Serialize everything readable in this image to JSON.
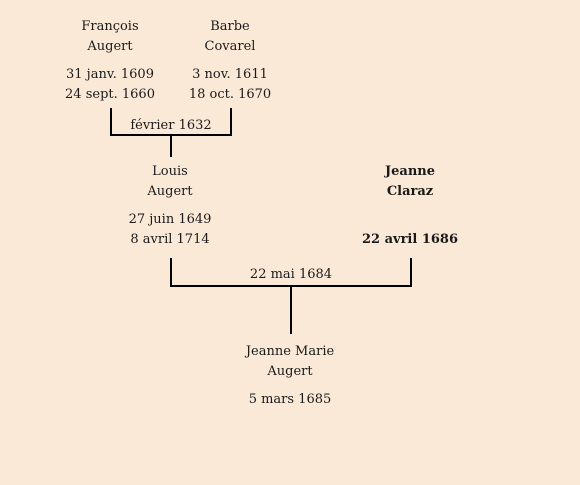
{
  "generation1": {
    "father": {
      "first_name": "François",
      "last_name": "Augert",
      "birth": "31 janv. 1609",
      "death": "24 sept. 1660"
    },
    "mother": {
      "first_name": "Barbe",
      "last_name": "Covarel",
      "birth": "3 nov. 1611",
      "death": "18 oct. 1670"
    },
    "marriage_date": "février 1632"
  },
  "generation2": {
    "father": {
      "first_name": "Louis",
      "last_name": "Augert",
      "birth": "27 juin 1649",
      "death": "8 avril 1714"
    },
    "mother": {
      "first_name": "Jeanne",
      "last_name": "Claraz",
      "birth": "",
      "death": "22 avril 1686"
    },
    "marriage_date": "22 mai 1684"
  },
  "child": {
    "first_name": "Jeanne Marie",
    "last_name": "Augert",
    "birth": "5 mars 1685"
  }
}
